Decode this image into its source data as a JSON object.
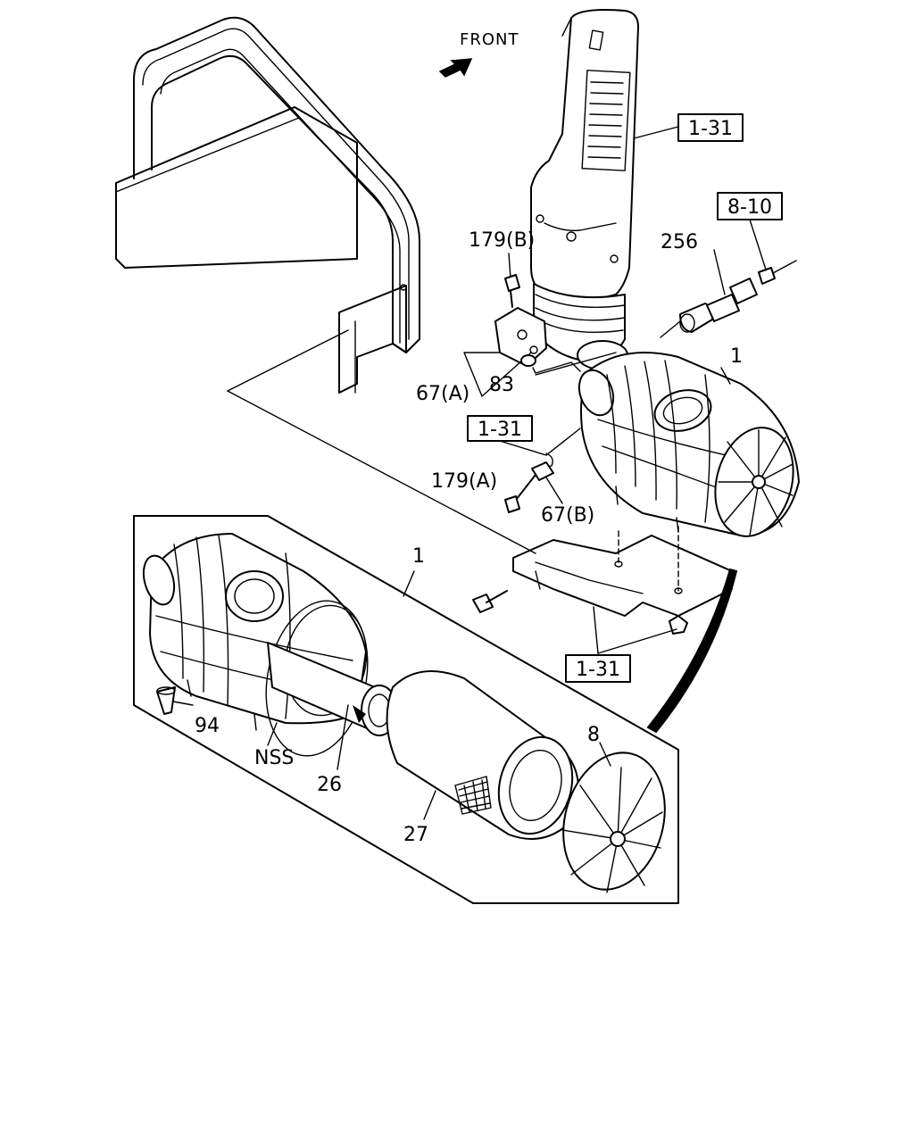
{
  "orientation": {
    "text": "FRONT",
    "icon": "arrow-front-icon"
  },
  "ref_boxes": {
    "duct_ref": "1-31",
    "sensor_ref": "8-10",
    "clip_ref": "1-31",
    "bracket_ref": "1-31"
  },
  "callouts": {
    "air_cleaner_upper": "1",
    "air_cleaner_detail": "1",
    "sensor": "256",
    "bolt_b": "179(B)",
    "bolt_a": "179(A)",
    "bracket_a": "67(A)",
    "bracket_b": "67(B)",
    "ring": "83",
    "cover": "8",
    "element_inner": "26",
    "element_outer": "27",
    "valve": "94",
    "not_separately_supplied": "NSS"
  }
}
